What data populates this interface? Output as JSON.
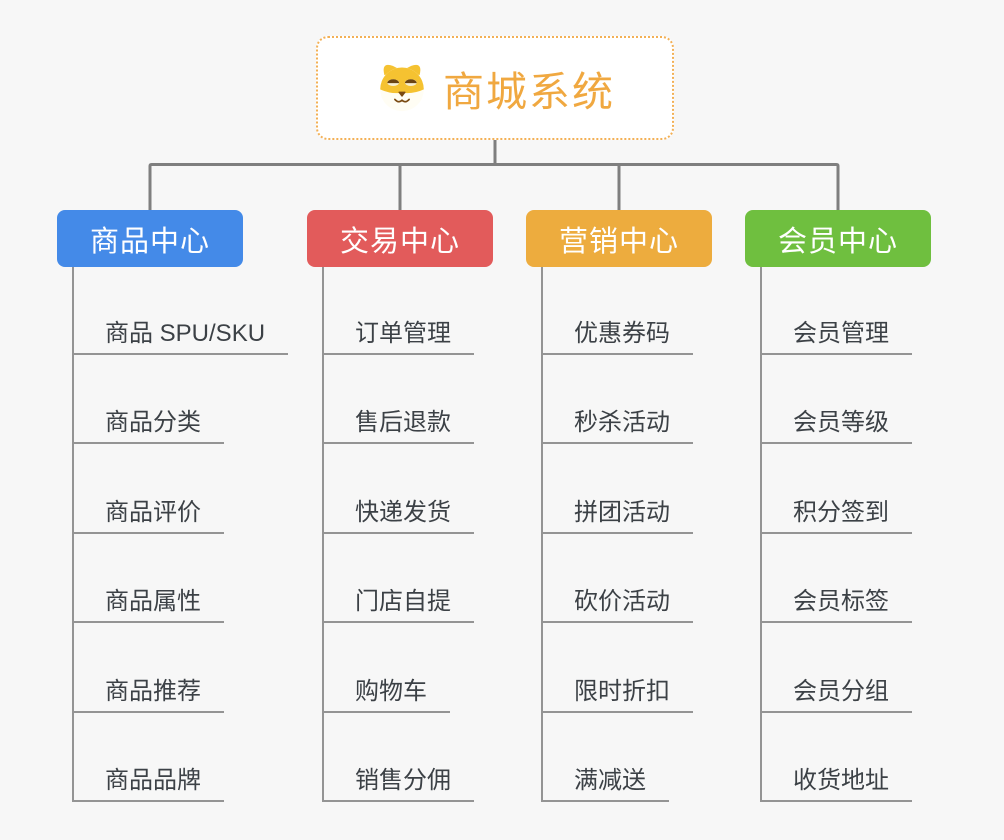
{
  "root": {
    "label": "商城系统",
    "icon": "dog-face-icon",
    "text_color": "#f0a840",
    "border_color": "#f3b055"
  },
  "colors": {
    "background": "#f7f7f7",
    "connector": "#7f7f7f",
    "branch_line": "#949494",
    "item_text": "#3c4146"
  },
  "branches": [
    {
      "label": "商品中心",
      "color": "#448ae8",
      "items": [
        "商品 SPU/SKU",
        "商品分类",
        "商品评价",
        "商品属性",
        "商品推荐",
        "商品品牌"
      ]
    },
    {
      "label": "交易中心",
      "color": "#e25b5b",
      "items": [
        "订单管理",
        "售后退款",
        "快递发货",
        "门店自提",
        "购物车",
        "销售分佣"
      ]
    },
    {
      "label": "营销中心",
      "color": "#edac3e",
      "items": [
        "优惠券码",
        "秒杀活动",
        "拼团活动",
        "砍价活动",
        "限时折扣",
        "满减送"
      ]
    },
    {
      "label": "会员中心",
      "color": "#6fbf3f",
      "items": [
        "会员管理",
        "会员等级",
        "积分签到",
        "会员标签",
        "会员分组",
        "收货地址"
      ]
    }
  ]
}
